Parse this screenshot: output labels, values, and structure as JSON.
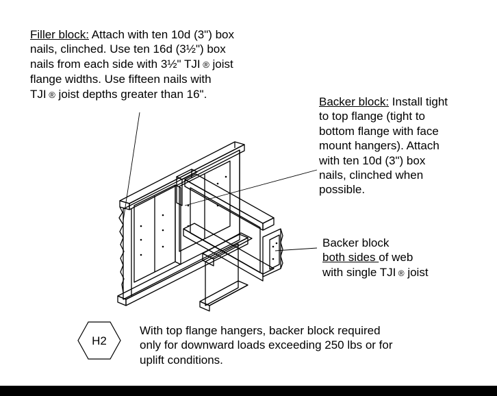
{
  "filler": {
    "title": "Filler block:",
    "line1_rest": " Attach with ten 10d (3\") box",
    "line2": "nails, clinched. Use ten 16d (3",
    "line2_frac": "½",
    "line2_end": "\") box",
    "line3_a": "nails from each side with 3",
    "line3_frac": "½",
    "line3_b": "\" TJI",
    "line3_reg": " ®",
    "line3_c": " joist",
    "line4": "flange widths.  Use fifteen nails with",
    "line5_a": "TJI",
    "line5_reg": " ®",
    "line5_b": " joist depths greater than 16\"."
  },
  "backer": {
    "title": "Backer block:",
    "line1_rest": " Install tight",
    "lines": [
      "to top flange (tight to",
      "bottom flange with face",
      "mount hangers). Attach",
      "with ten 10d (3\") box",
      "nails, clinched when",
      "possible."
    ]
  },
  "backer_both": {
    "line1": "Backer block",
    "line2_u": "both sides ",
    "line2_rest": " of web",
    "line3_a": "with single TJI",
    "line3_reg": " ®",
    "line3_b": " joist"
  },
  "note": {
    "label": "H2",
    "lines": [
      "With top flange hangers, backer block required",
      "only for downward loads exceeding 250 lbs or for",
      "uplift conditions."
    ]
  }
}
